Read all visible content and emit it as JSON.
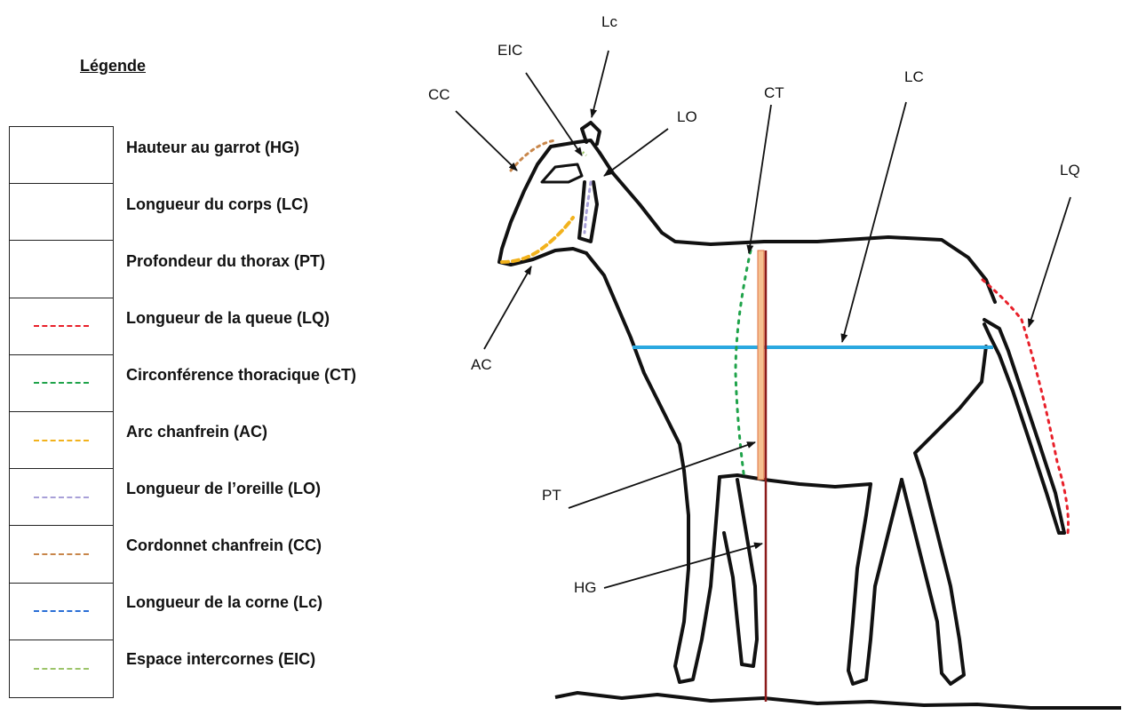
{
  "legend": {
    "title": "Légende",
    "items": [
      {
        "label": "Hauteur au garrot (HG)",
        "color": ""
      },
      {
        "label": "Longueur du corps (LC)",
        "color": ""
      },
      {
        "label": "Profondeur du thorax (PT)",
        "color": ""
      },
      {
        "label": "Longueur de la queue (LQ)",
        "color": "#e8202a"
      },
      {
        "label": "Circonférence thoracique (CT)",
        "color": "#1fa34a"
      },
      {
        "label": "Arc chanfrein (AC)",
        "color": "#f2b21c"
      },
      {
        "label": "Longueur de l’oreille (LO)",
        "color": "#a8a0d8"
      },
      {
        "label": "Cordonnet chanfrein (CC)",
        "color": "#c8864a"
      },
      {
        "label": "Longueur de la corne (Lc)",
        "color": "#2a6fd6"
      },
      {
        "label": "Espace intercornes (EIC)",
        "color": "#9cc46a"
      }
    ]
  },
  "annotations": {
    "cc": "CC",
    "eic": "EIC",
    "lc_horn": "Lc",
    "lo": "LO",
    "ct": "CT",
    "lc_body": "LC",
    "lq": "LQ",
    "ac": "AC",
    "pt": "PT",
    "hg": "HG"
  },
  "colors": {
    "outline": "#111111",
    "body_length": "#2aa8e0",
    "height_withers": "#8b1a1a",
    "thorax_depth": "#f0a070"
  }
}
